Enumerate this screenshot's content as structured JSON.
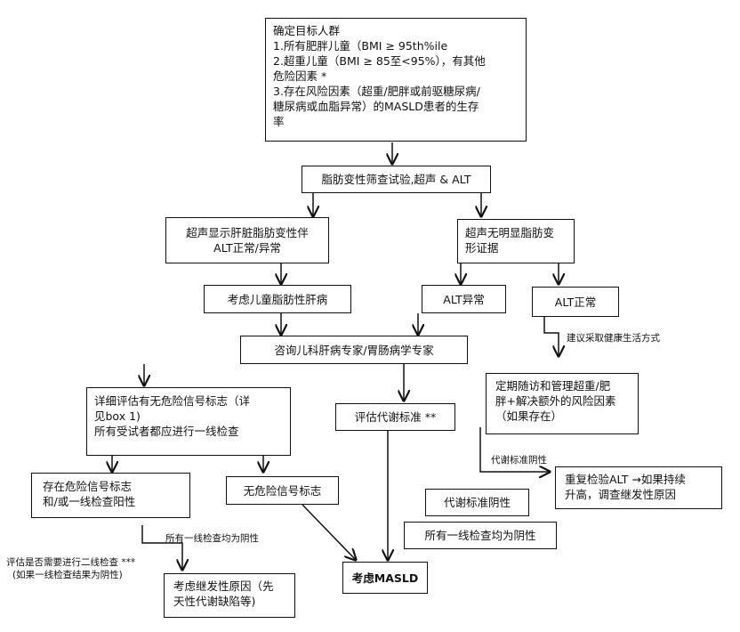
{
  "boxes": {
    "target": [
      "确定目标人群",
      "1.所有肥胖儿童（BMI ≥ 95th%ile",
      "2.超重儿童（BMI ≥ 85至<95%），有其他",
      "危险因素 *",
      "3.存在风险因素（超重/肥胖或前驱糖尿病/",
      "糖尿病或血脂异常）的MASLD患者的生存",
      "率"
    ],
    "screening": "脂肪变性筛查试验,超声 & ALT",
    "us_positive": [
      "超声显示肝脏脂肪变性伴",
      "ALT正常/异常"
    ],
    "us_negative": [
      "超声无明显脂肪变",
      "形证据"
    ],
    "consider_pediatric": "考虑儿童脂肪性肝病",
    "alt_abnormal": "ALT异常",
    "alt_normal": "ALT正常",
    "consult": "咨询儿科肝病专家/胃肠病学专家",
    "followup": [
      "定期随访和管理超重/肥",
      "胖+解决额外的风险因素",
      "（如果存在）"
    ],
    "detailed_eval": [
      "详细评估有无危险信号标志（详",
      "见box 1)",
      "所有受试者都应进行一线检查"
    ],
    "metabolic_eval": "评估代谢标准 **",
    "retest": [
      "重复检验ALT →如果持续",
      "升高，调查继发性原因"
    ],
    "redflags_pos": [
      "存在危险信号标志",
      "和/或一线检查阳性"
    ],
    "no_redflags": "无危险信号标志",
    "metabolic_neg": "代谢标准阴性",
    "firstline_neg": "所有一线检查均为阴性",
    "consider_masld": "考虑MASLD",
    "secondary_causes": [
      "考虑继发性原因（先",
      "天性代谢缺陷等)"
    ]
  },
  "labels": {
    "healthy_lifestyle": "建议采取健康生活方式",
    "metabolic_negative": "代谢标准阴性",
    "all_firstline_negative": "所有一线检查均为阴性",
    "second_line": [
      "评估是否需要进行二线检查 ***",
      "(如果一线检查结果为阴性)"
    ]
  }
}
